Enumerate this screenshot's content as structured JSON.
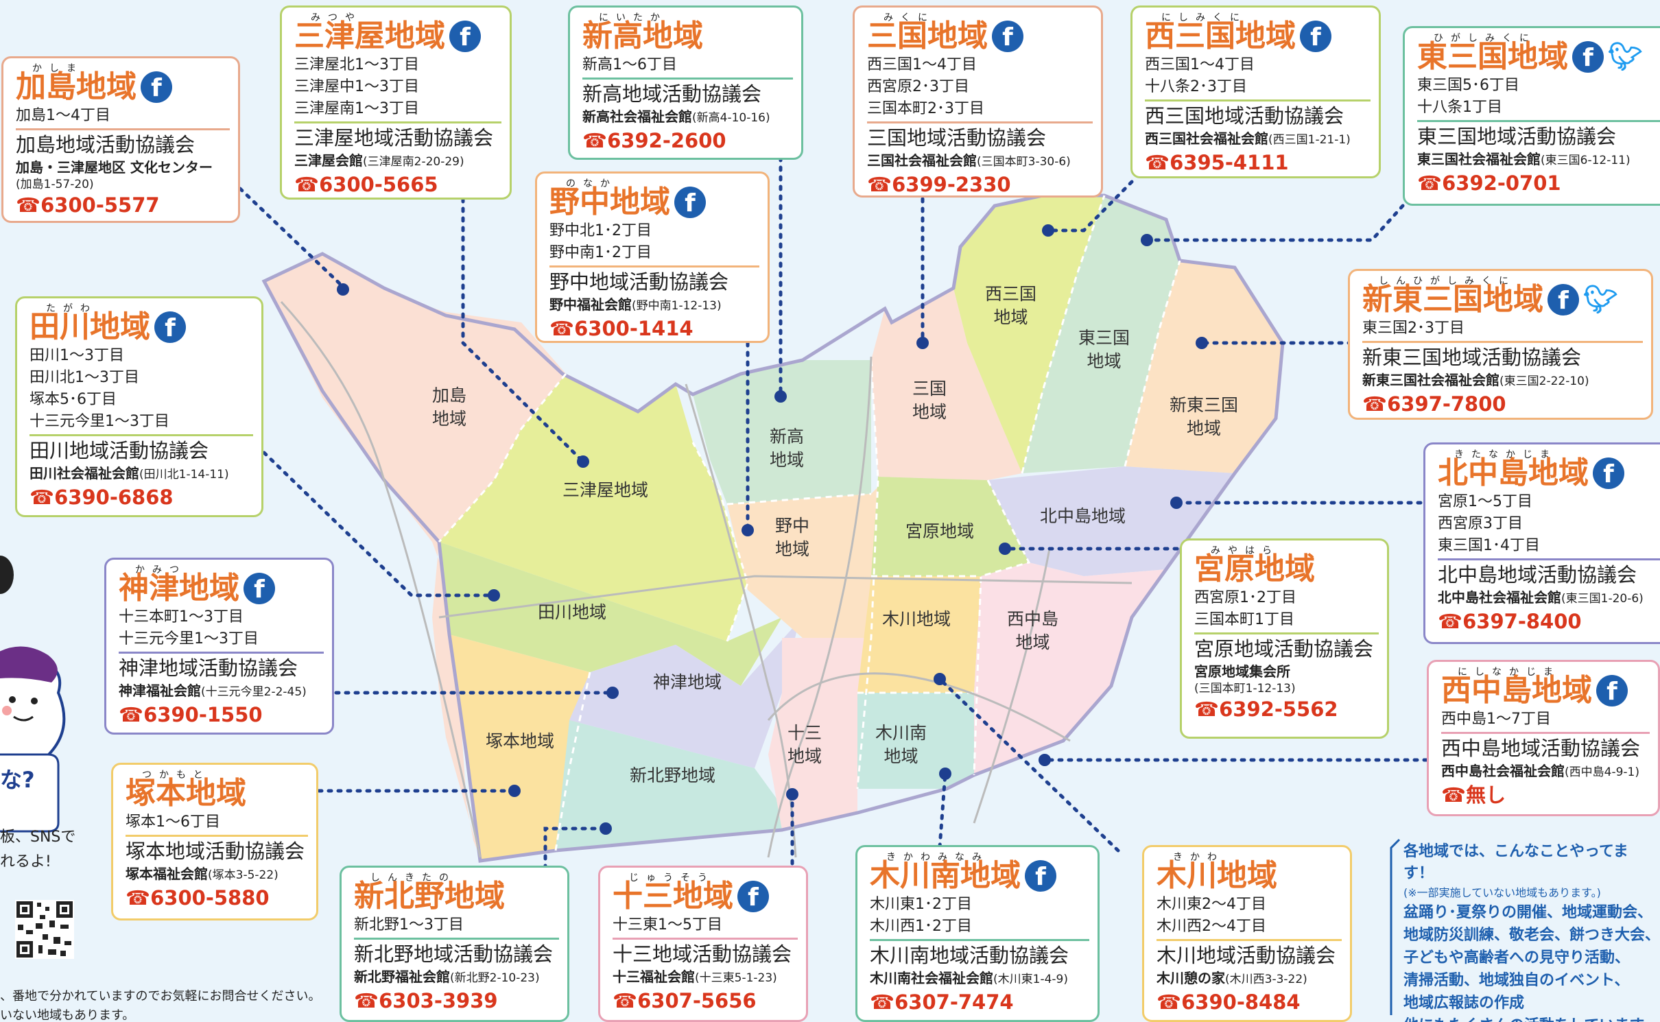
{
  "accent": "#e8742a",
  "tel_color": "#d9361c",
  "fb_color": "#1e5fae",
  "icons": {
    "facebook": "facebook-icon",
    "twitter": "twitter-icon",
    "phone": "phone-icon"
  },
  "tel_symbol": "☎",
  "map_labels": {
    "kashima": "加島\n地域",
    "mitsuya": "三津屋地域",
    "niitaka": "新高\n地域",
    "nonaka": "野中\n地域",
    "mikuni": "三国\n地域",
    "nishimikuni": "西三国\n地域",
    "higashimikuni": "東三国\n地域",
    "shinhigashimikuni": "新東三国\n地域",
    "kitanakajima": "北中島地域",
    "miyahara": "宮原地域",
    "tagawa": "田川地域",
    "kanzu": "神津地域",
    "kikawa": "木川地域",
    "nishinakajima": "西中島\n地域",
    "tsukamoto": "塚本地域",
    "shinkitano": "新北野地域",
    "juso": "十三\n地域",
    "kikawaminami": "木川南\n地域"
  },
  "regions": [
    {
      "id": "kashima",
      "ruby": "かしま",
      "name": "加島地域",
      "areas": [
        "加島1～4丁目"
      ],
      "council": "加島地域活動協議会",
      "hall": "加島・三津屋地区 文化センター",
      "address": "(加島1-57-20)",
      "tel": "6300-5577",
      "facebook": true,
      "twitter": false
    },
    {
      "id": "mitsuya",
      "ruby": "みつや",
      "name": "三津屋地域",
      "areas": [
        "三津屋北1～3丁目",
        "三津屋中1～3丁目",
        "三津屋南1～3丁目"
      ],
      "council": "三津屋地域活動協議会",
      "hall": "三津屋会館",
      "address": "(三津屋南2-20-29)",
      "tel": "6300-5665",
      "facebook": true,
      "twitter": false
    },
    {
      "id": "niitaka",
      "ruby": "にいたか",
      "name": "新高地域",
      "areas": [
        "新高1～6丁目"
      ],
      "council": "新高地域活動協議会",
      "hall": "新高社会福祉会館",
      "address": "(新高4-10-16)",
      "tel": "6392-2600",
      "facebook": false,
      "twitter": false
    },
    {
      "id": "nonaka",
      "ruby": "のなか",
      "name": "野中地域",
      "areas": [
        "野中北1･2丁目",
        "野中南1･2丁目"
      ],
      "council": "野中地域活動協議会",
      "hall": "野中福祉会館",
      "address": "(野中南1-12-13)",
      "tel": "6300-1414",
      "facebook": true,
      "twitter": false
    },
    {
      "id": "mikuni",
      "ruby": "みくに",
      "name": "三国地域",
      "areas": [
        "西三国1～4丁目",
        "西宮原2･3丁目",
        "三国本町2･3丁目"
      ],
      "council": "三国地域活動協議会",
      "hall": "三国社会福祉会館",
      "address": "(三国本町3-30-6)",
      "tel": "6399-2330",
      "facebook": true,
      "twitter": false
    },
    {
      "id": "nishimikuni",
      "ruby": "にしみくに",
      "name": "西三国地域",
      "areas": [
        "西三国1～4丁目",
        "十八条2･3丁目"
      ],
      "council": "西三国地域活動協議会",
      "hall": "西三国社会福祉会館",
      "address": "(西三国1-21-1)",
      "tel": "6395-4111",
      "facebook": true,
      "twitter": false
    },
    {
      "id": "higashimikuni",
      "ruby": "ひがしみくに",
      "name": "東三国地域",
      "areas": [
        "東三国5･6丁目",
        "十八条1丁目"
      ],
      "council": "東三国地域活動協議会",
      "hall": "東三国社会福祉会館",
      "address": "(東三国6-12-11)",
      "tel": "6392-0701",
      "facebook": true,
      "twitter": true
    },
    {
      "id": "shinhigashimikuni",
      "ruby": "しんひがしみくに",
      "name": "新東三国地域",
      "areas": [
        "東三国2･3丁目"
      ],
      "council": "新東三国地域活動協議会",
      "hall": "新東三国社会福祉会館",
      "address": "(東三国2-22-10)",
      "tel": "6397-7800",
      "facebook": true,
      "twitter": true
    },
    {
      "id": "tagawa",
      "ruby": "たがわ",
      "name": "田川地域",
      "areas": [
        "田川1～3丁目",
        "田川北1～3丁目",
        "塚本5･6丁目",
        "十三元今里1～3丁目"
      ],
      "council": "田川地域活動協議会",
      "hall": "田川社会福祉会館",
      "address": "(田川北1-14-11)",
      "tel": "6390-6868",
      "facebook": true,
      "twitter": false
    },
    {
      "id": "kitanakajima",
      "ruby": "きたなかじま",
      "name": "北中島地域",
      "areas": [
        "宮原1～5丁目",
        "西宮原3丁目",
        "東三国1･4丁目"
      ],
      "council": "北中島地域活動協議会",
      "hall": "北中島社会福祉会館",
      "address": "(東三国1-20-6)",
      "tel": "6397-8400",
      "facebook": true,
      "twitter": false
    },
    {
      "id": "miyahara",
      "ruby": "みやはら",
      "name": "宮原地域",
      "areas": [
        "西宮原1･2丁目",
        "三国本町1丁目"
      ],
      "council": "宮原地域活動協議会",
      "hall": "宮原地域集会所",
      "address": "(三国本町1-12-13)",
      "tel": "6392-5562",
      "facebook": false,
      "twitter": false
    },
    {
      "id": "kanzu",
      "ruby": "かみつ",
      "name": "神津地域",
      "areas": [
        "十三本町1～3丁目",
        "十三元今里1～3丁目"
      ],
      "council": "神津地域活動協議会",
      "hall": "神津福祉会館",
      "address": "(十三元今里2-2-45)",
      "tel": "6390-1550",
      "facebook": true,
      "twitter": false
    },
    {
      "id": "nishinakajima",
      "ruby": "にしなかじま",
      "name": "西中島地域",
      "areas": [
        "西中島1～7丁目"
      ],
      "council": "西中島地域活動協議会",
      "hall": "西中島社会福祉会館",
      "address": "(西中島4-9-1)",
      "tel": "無し",
      "facebook": true,
      "twitter": false
    },
    {
      "id": "tsukamoto",
      "ruby": "つかもと",
      "name": "塚本地域",
      "areas": [
        "塚本1～6丁目"
      ],
      "council": "塚本地域活動協議会",
      "hall": "塚本福祉会館",
      "address": "(塚本3-5-22)",
      "tel": "6300-5880",
      "facebook": false,
      "twitter": false
    },
    {
      "id": "shinkitano",
      "ruby": "しんきたの",
      "name": "新北野地域",
      "areas": [
        "新北野1～3丁目"
      ],
      "council": "新北野地域活動協議会",
      "hall": "新北野福祉会館",
      "address": "(新北野2-10-23)",
      "tel": "6303-3939",
      "facebook": false,
      "twitter": false
    },
    {
      "id": "juso",
      "ruby": "じゅうそう",
      "name": "十三地域",
      "areas": [
        "十三東1～5丁目"
      ],
      "council": "十三地域活動協議会",
      "hall": "十三福祉会館",
      "address": "(十三東5-1-23)",
      "tel": "6307-5656",
      "facebook": true,
      "twitter": false
    },
    {
      "id": "kikawaminami",
      "ruby": "きかわみなみ",
      "name": "木川南地域",
      "areas": [
        "木川東1･2丁目",
        "木川西1･2丁目"
      ],
      "council": "木川南地域活動協議会",
      "hall": "木川南社会福祉会館",
      "address": "(木川東1-4-9)",
      "tel": "6307-7474",
      "facebook": true,
      "twitter": false
    },
    {
      "id": "kikawa",
      "ruby": "きかわ",
      "name": "木川地域",
      "areas": [
        "木川東2～4丁目",
        "木川西2～4丁目"
      ],
      "council": "木川地域活動協議会",
      "hall": "木川憩の家",
      "address": "(木川西3-3-22)",
      "tel": "6390-8484",
      "facebook": false,
      "twitter": false
    }
  ],
  "info": {
    "title": "各地域では、こんなことやってます！",
    "note": "(※一部実施していない地域もあります。)",
    "lines": [
      "盆踊り･夏祭りの開催、地域運動会、",
      "地域防災訓練、敬老会、餅つき大会、",
      "子どもや高齢者への見守り活動、",
      "清掃活動、地域独自のイベント、",
      "地域広報誌の作成",
      "他にもたくさんの活動をしています。"
    ]
  },
  "left_fragments": {
    "question": "な?",
    "sns1": "板、SNSで",
    "sns2": "れるよ!",
    "foot1": "、番地で分かれていますのでお気軽にお問合せください。",
    "foot2": "いない地域もあります。"
  }
}
